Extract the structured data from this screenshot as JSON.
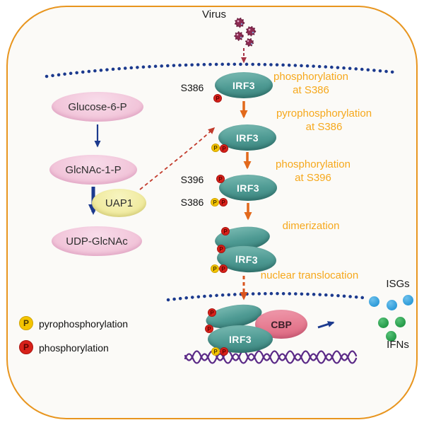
{
  "colors": {
    "frame_orange": "#E8951E",
    "membrane_navy": "#1C3A8E",
    "irf3_teal": "#4E9A93",
    "node_pink": "#F3C9DC",
    "uap1_yellow": "#F2EDA0",
    "cbp_pink": "#E5798F",
    "annotation_orange": "#F6A81C",
    "step_arrow_orange": "#E2691B",
    "feedback_red": "#C23A2B",
    "dna_purple": "#5B2A87",
    "isg_blue": "#2E9BD8",
    "ifn_green": "#259A48",
    "pyrophosphate_yellow": "#F4C400",
    "phosphate_red": "#D8211A"
  },
  "virus_label": "Virus",
  "symbols": {
    "p": "P"
  },
  "left_pathway": {
    "node1": "Glucose-6-P",
    "node2": "GlcNAc-1-P",
    "node3": "UDP-GlcNAc",
    "enzyme": "UAP1"
  },
  "irf3_label": "IRF3",
  "cascade": {
    "step1": {
      "site": "S386",
      "line1": "phosphorylation",
      "line2": "at S386"
    },
    "step2": {
      "line1": "pyrophosphorylation",
      "line2": "at S386"
    },
    "step3": {
      "site_top": "S396",
      "site_bottom": "S386",
      "line1": "phosphorylation",
      "line2": "at S396"
    },
    "step4": {
      "line1": "dimerization"
    },
    "step5": {
      "line1": "nuclear translocation"
    }
  },
  "nucleus": {
    "cbp": "CBP"
  },
  "outputs": {
    "isgs": "ISGs",
    "ifns": "IFNs"
  },
  "legend": {
    "item1": {
      "symbol": "P",
      "label": "pyrophosphorylation"
    },
    "item2": {
      "symbol": "P",
      "label": "phosphorylation"
    }
  }
}
